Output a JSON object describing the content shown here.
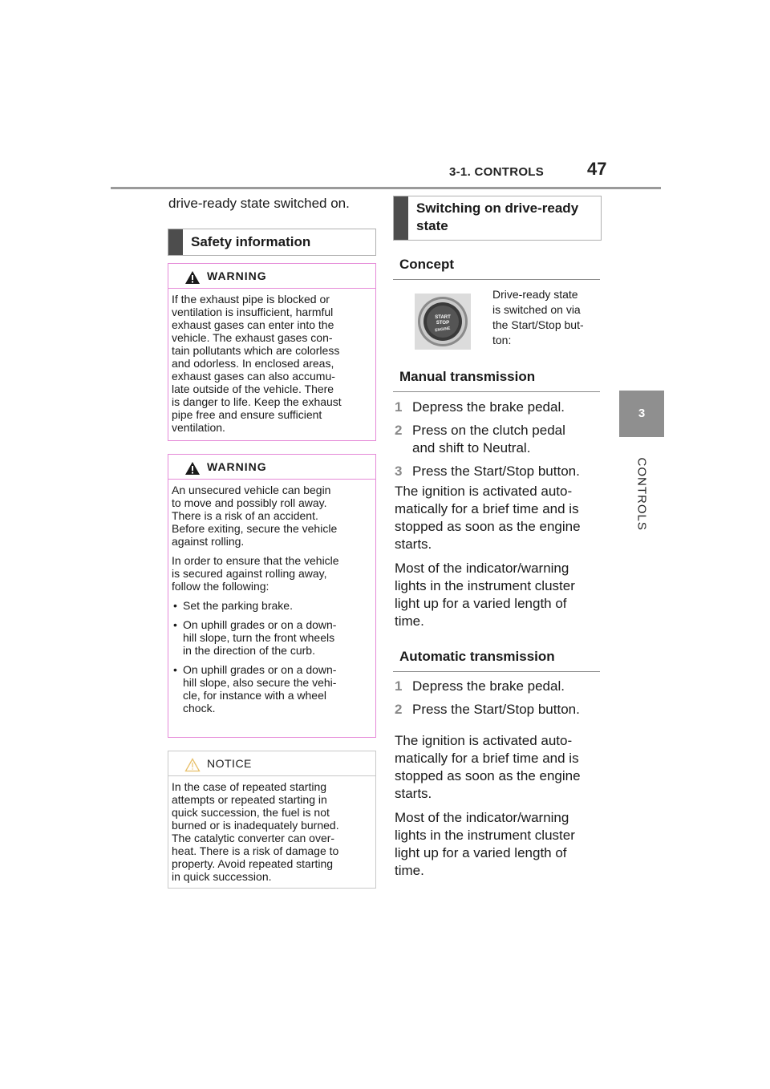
{
  "header": {
    "section": "3-1. CONTROLS",
    "page_number": "47"
  },
  "side_tab": {
    "number": "3",
    "label": "CONTROLS"
  },
  "intro_text": "drive-ready state switched on.",
  "safety": {
    "heading": "Safety information",
    "warning1": {
      "title": "WARNING",
      "lines": [
        "If the exhaust pipe is blocked or",
        "ventilation is insufficient, harmful",
        "exhaust gases can enter into the",
        "vehicle. The exhaust gases con-",
        "tain pollutants which are colorless",
        "and odorless. In enclosed areas,",
        "exhaust gases can also accumu-",
        "late outside of the vehicle. There",
        "is danger to life. Keep the exhaust",
        "pipe free and ensure sufficient",
        "ventilation."
      ]
    },
    "warning2": {
      "title": "WARNING",
      "para1_lines": [
        "An unsecured vehicle can begin",
        "to move and possibly roll away.",
        "There is a risk of an accident.",
        "Before exiting, secure the vehicle",
        "against rolling."
      ],
      "para2_lines": [
        "In order to ensure that the vehicle",
        "is secured against rolling away,",
        "follow the following:"
      ],
      "bullet1": "Set the parking brake.",
      "bullet2_lines": [
        "On uphill grades or on a down-",
        "hill slope, turn the front wheels",
        "in the direction of the curb."
      ],
      "bullet3_lines": [
        "On uphill grades or on a down-",
        "hill slope, also secure the vehi-",
        "cle, for instance with a wheel",
        "chock."
      ]
    },
    "notice": {
      "title": "NOTICE",
      "lines": [
        "In the case of repeated starting",
        "attempts or repeated starting in",
        "quick succession, the fuel is not",
        "burned or is inadequately burned.",
        "The catalytic converter can over-",
        "heat. There is a risk of damage to",
        "property. Avoid repeated starting",
        "in quick succession."
      ]
    }
  },
  "switching": {
    "heading_lines": [
      "Switching on drive-ready",
      "state"
    ],
    "concept": {
      "heading": "Concept",
      "button_text": [
        "START",
        "STOP",
        "ENGINE"
      ],
      "lines": [
        "Drive-ready state",
        "is switched on via",
        "the Start/Stop but-",
        "ton:"
      ]
    },
    "manual": {
      "heading": "Manual transmission",
      "step1": {
        "num": "1",
        "text": "Depress the brake pedal."
      },
      "step2": {
        "num": "2",
        "text_lines": [
          "Press on the clutch pedal",
          "and shift to Neutral."
        ]
      },
      "step3": {
        "num": "3",
        "text": "Press the Start/Stop button."
      },
      "para1_lines": [
        "The ignition is activated auto-",
        "matically for a brief time and is",
        "stopped as soon as the engine",
        "starts."
      ],
      "para2_lines": [
        "Most of the indicator/warning",
        "lights in the instrument cluster",
        "light up for a varied length of",
        "time."
      ]
    },
    "automatic": {
      "heading": "Automatic transmission",
      "step1": {
        "num": "1",
        "text": "Depress the brake pedal."
      },
      "step2": {
        "num": "2",
        "text": "Press the Start/Stop button."
      },
      "para1_lines": [
        "The ignition is activated auto-",
        "matically for a brief time and is",
        "stopped as soon as the engine",
        "starts."
      ],
      "para2_lines": [
        "Most of the indicator/warning",
        "lights in the instrument cluster",
        "light up for a varied length of",
        "time."
      ]
    }
  },
  "colors": {
    "warning_border": "#e58ad8",
    "heading_bar": "#4d4d4d",
    "side_tab": "#8f8f8f"
  }
}
